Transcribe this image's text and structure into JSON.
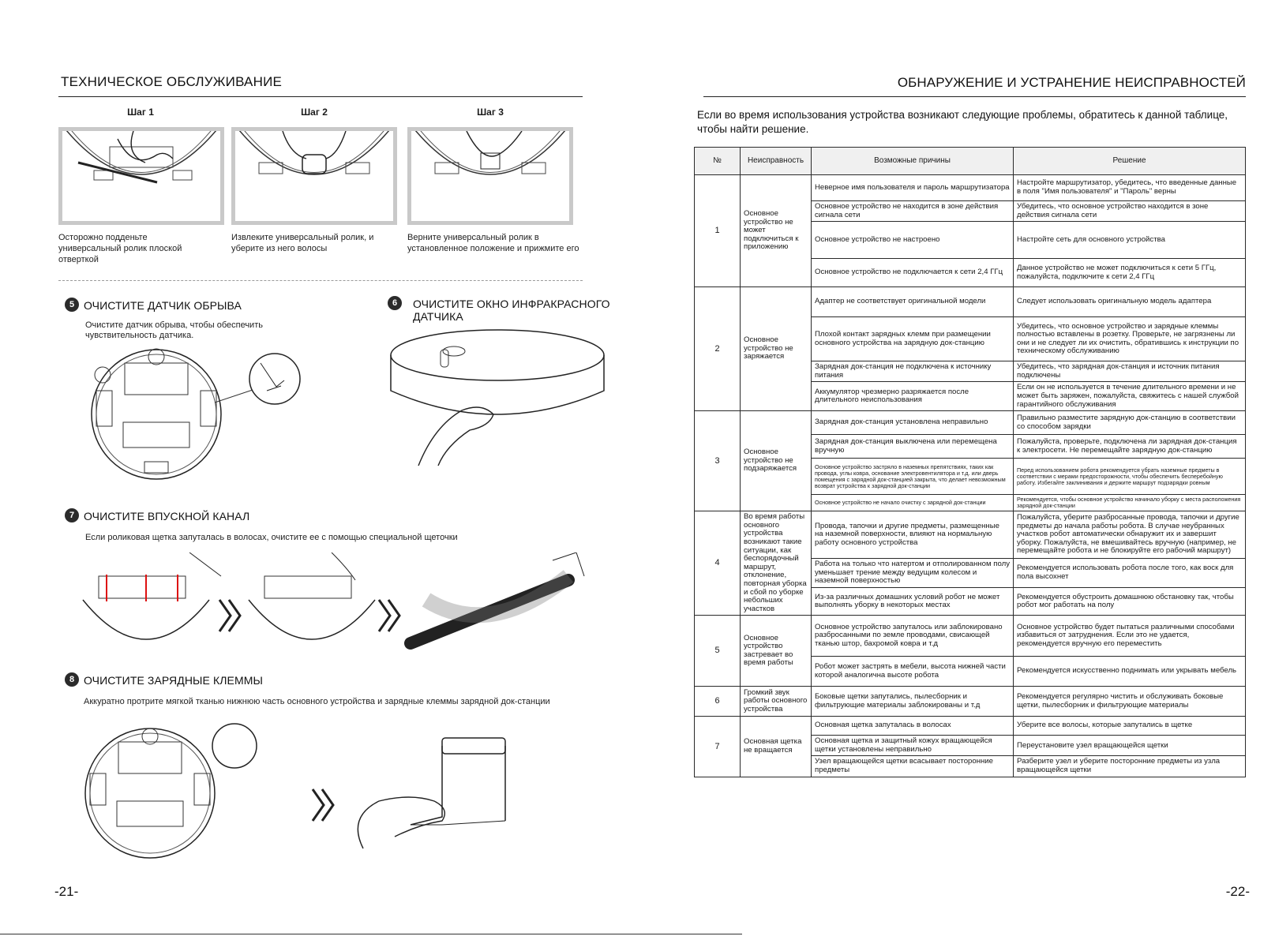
{
  "left": {
    "title": "ТЕХНИЧЕСКОЕ ОБСЛУЖИВАНИЕ",
    "steps": [
      {
        "label": "Шаг 1",
        "caption": "Осторожно подденьте универсальный ролик плоской отверткой"
      },
      {
        "label": "Шаг 2",
        "caption": "Извлеките универсальный ролик, и уберите из него волосы"
      },
      {
        "label": "Шаг 3",
        "caption": "Верните универсальный ролик в установленное положение и прижмите его"
      }
    ],
    "sections": [
      {
        "num": "5",
        "title": "ОЧИСТИТЕ ДАТЧИК ОБРЫВА",
        "desc": "Очистите датчик обрыва, чтобы обеспечить чувствительность датчика."
      },
      {
        "num": "6",
        "title": "ОЧИСТИТЕ ОКНО ИНФРАКРАСНОГО ДАТЧИКА",
        "desc": ""
      },
      {
        "num": "7",
        "title": "ОЧИСТИТЕ ВПУСКНОЙ КАНАЛ",
        "desc": "Если роликовая щетка запуталась в волосах, очистите ее с помощью специальной щеточки"
      },
      {
        "num": "8",
        "title": "ОЧИСТИТЕ ЗАРЯДНЫЕ КЛЕММЫ",
        "desc": "Аккуратно протрите мягкой тканью нижнюю часть основного устройства и зарядные клеммы зарядной док-станции"
      }
    ],
    "page_number": "-21-"
  },
  "right": {
    "title": "ОБНАРУЖЕНИЕ И УСТРАНЕНИЕ НЕИСПРАВНОСТЕЙ",
    "intro": "Если во время использования устройства возникают следующие проблемы, обратитесь к данной таблице, чтобы найти решение.",
    "table": {
      "headers": [
        "№",
        "Неисправность",
        "Возможные причины",
        "Решение"
      ],
      "groups": [
        {
          "num": "1",
          "fault": "Основное устройство не может подключиться к приложению",
          "rows": [
            {
              "cause": "Неверное имя пользователя и пароль маршрутизатора",
              "solution": "Настройте маршрутизатор, убедитесь, что введенные данные в поля \"Имя пользователя\" и \"Пароль\" верны"
            },
            {
              "cause": "Основное устройство не находится в зоне действия сигнала сети",
              "solution": "Убедитесь, что основное устройство находится в зоне действия сигнала сети"
            },
            {
              "cause": "Основное устройство не настроено",
              "solution": "Настройте сеть для основного устройства"
            },
            {
              "cause": "Основное устройство не подключается к сети 2,4 ГГц",
              "solution": "Данное устройство не может подключиться к сети 5 ГГц, пожалуйста, подключите к сети 2,4 ГГц"
            }
          ]
        },
        {
          "num": "2",
          "fault": "Основное устройство не заряжается",
          "rows": [
            {
              "cause": "Адаптер не соответствует оригинальной модели",
              "solution": "Следует использовать оригинальную модель адаптера"
            },
            {
              "cause": "Плохой контакт зарядных клемм при размещении основного устройства на зарядную док-станцию",
              "solution": "Убедитесь, что основное устройство и зарядные клеммы полностью вставлены в розетку. Проверьте, не загрязнены ли они и не следует ли их очистить, обратившись к инструкции по техническому обслуживанию"
            },
            {
              "cause": "Зарядная док-станция не подключена к источнику питания",
              "solution": "Убедитесь, что зарядная док-станция и источник питания подключены"
            },
            {
              "cause": "Аккумулятор чрезмерно разряжается после длительного неиспользования",
              "solution": "Если он не используется в течение длительного времени и не может быть заряжен, пожалуйста, свяжитесь с нашей службой гарантийного обслуживания"
            }
          ]
        },
        {
          "num": "3",
          "fault": "Основное устройство не подзаряжается",
          "rows": [
            {
              "cause": "Зарядная док-станция установлена неправильно",
              "solution": "Правильно разместите зарядную док-станцию в соответствии со способом зарядки"
            },
            {
              "cause": "Зарядная док-станция выключена или перемещена вручную",
              "solution": "Пожалуйста, проверьте, подключена ли зарядная док-станция к электросети. Не перемещайте зарядную док-станцию"
            },
            {
              "cause": "Основное устройство застряло в наземных препятствиях, таких как провода, углы ковра, основание электровентилятора и т.д. или дверь помещения с зарядной док-станцией закрыта, что делает невозможным возврат устройства к зарядной док-станции",
              "solution": "Перед использованием робота рекомендуется убрать наземные предметы в соответствии с мерами предосторожности, чтобы обеспечить бесперебойную работу. Избегайте заклинивания и держите маршрут подзарядки ровным",
              "small": true
            },
            {
              "cause": "Основное устройство не начало очистку с зарядной док-станции",
              "solution": "Рекомендуется, чтобы основное устройство начинало уборку с места расположения зарядной док-станции",
              "small": true
            }
          ]
        },
        {
          "num": "4",
          "fault": "Во время работы основного устройства возникают такие ситуации, как беспорядочный маршрут, отклонение, повторная уборка и сбой по уборке небольших участков",
          "rows": [
            {
              "cause": "Провода, тапочки и другие предметы, размещенные на наземной поверхности, влияют на нормальную работу основного устройства",
              "solution": "Пожалуйста, уберите разбросанные провода, тапочки и другие предметы до начала работы робота. В случае неубранных участков робот автоматически обнаружит их и завершит уборку. Пожалуйста, не вмешивайтесь вручную (например, не перемещайте робота и не блокируйте его рабочий маршрут)"
            },
            {
              "cause": "Работа на только что натертом и отполированном полу уменьшает трение между ведущим колесом и наземной поверхностью",
              "solution": "Рекомендуется использовать робота после того, как воск для пола высохнет"
            },
            {
              "cause": "Из-за различных домашних условий робот не может выполнять уборку в некоторых местах",
              "solution": "Рекомендуется обустроить домашнюю обстановку так, чтобы робот мог работать на полу"
            }
          ]
        },
        {
          "num": "5",
          "fault": "Основное устройство застревает во время работы",
          "rows": [
            {
              "cause": "Основное устройство запуталось или заблокировано разбросанными по земле проводами, свисающей тканью штор, бахромой ковра и т.д",
              "solution": "Основное устройство будет пытаться различными способами избавиться от затруднения. Если это не удается, рекомендуется вручную его переместить"
            },
            {
              "cause": "Робот может застрять в мебели, высота нижней части которой аналогична высоте робота",
              "solution": "Рекомендуется искусственно поднимать или укрывать мебель"
            }
          ]
        },
        {
          "num": "6",
          "fault": "Громкий звук работы основного устройства",
          "rows": [
            {
              "cause": "Боковые щетки запутались, пылесборник и фильтрующие материалы заблокированы и т.д",
              "solution": "Рекомендуется регулярно чистить и обслуживать боковые щетки, пылесборник и фильтрующие материалы"
            }
          ]
        },
        {
          "num": "7",
          "fault": "Основная щетка не вращается",
          "rows": [
            {
              "cause": "Основная щетка запуталась в волосах",
              "solution": "Уберите все волосы, которые запутались в щетке"
            },
            {
              "cause": "Основная щетка и защитный кожух вращающейся щетки установлены неправильно",
              "solution": "Переустановите узел вращающейся щетки"
            },
            {
              "cause": "Узел вращающейся щетки всасывает посторонние предметы",
              "solution": "Разберите узел и уберите посторонние предметы из узла вращающейся щетки"
            }
          ]
        }
      ]
    },
    "page_number": "-22-"
  }
}
